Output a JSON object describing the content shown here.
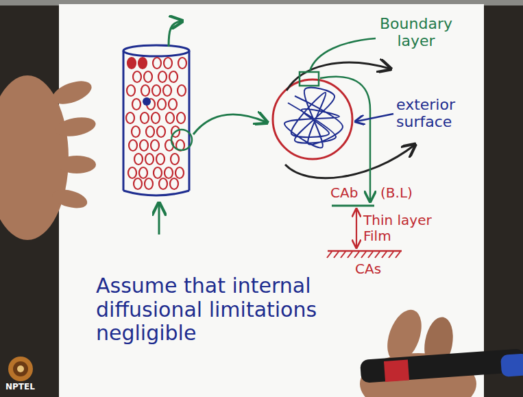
{
  "diagram": {
    "labels": [
      "Boundary layer",
      "exterior surface",
      "CAb",
      "(B.L)",
      "Thin layer Film",
      "CAs",
      "Assume that internal diffusional limitations negligible",
      "NPTEL"
    ]
  }
}
